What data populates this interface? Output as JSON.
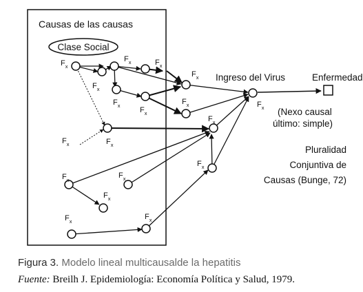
{
  "diagram": {
    "box_title": "Causas de las causas",
    "class_label": "Clase Social",
    "factor_label": "F",
    "factor_sub": "x",
    "virus_label": "Ingreso del Virus",
    "disease_label": "Enfermedad",
    "nexus_line1": "(Nexo causal",
    "nexus_line2": "último: simple)",
    "plurality_line1": "Pluralidad",
    "plurality_line2": "Conjuntiva de",
    "plurality_line3": "Causas (Bunge, 72)",
    "ink_color": "#111111"
  },
  "caption": {
    "figure_label": "Figura 3.",
    "figure_text": " Modelo lineal multicausalde la hepatitis",
    "source_label": "Fuente:",
    "source_text": " Breilh J. Epidemiología: Economía Política y Salud, 1979."
  }
}
